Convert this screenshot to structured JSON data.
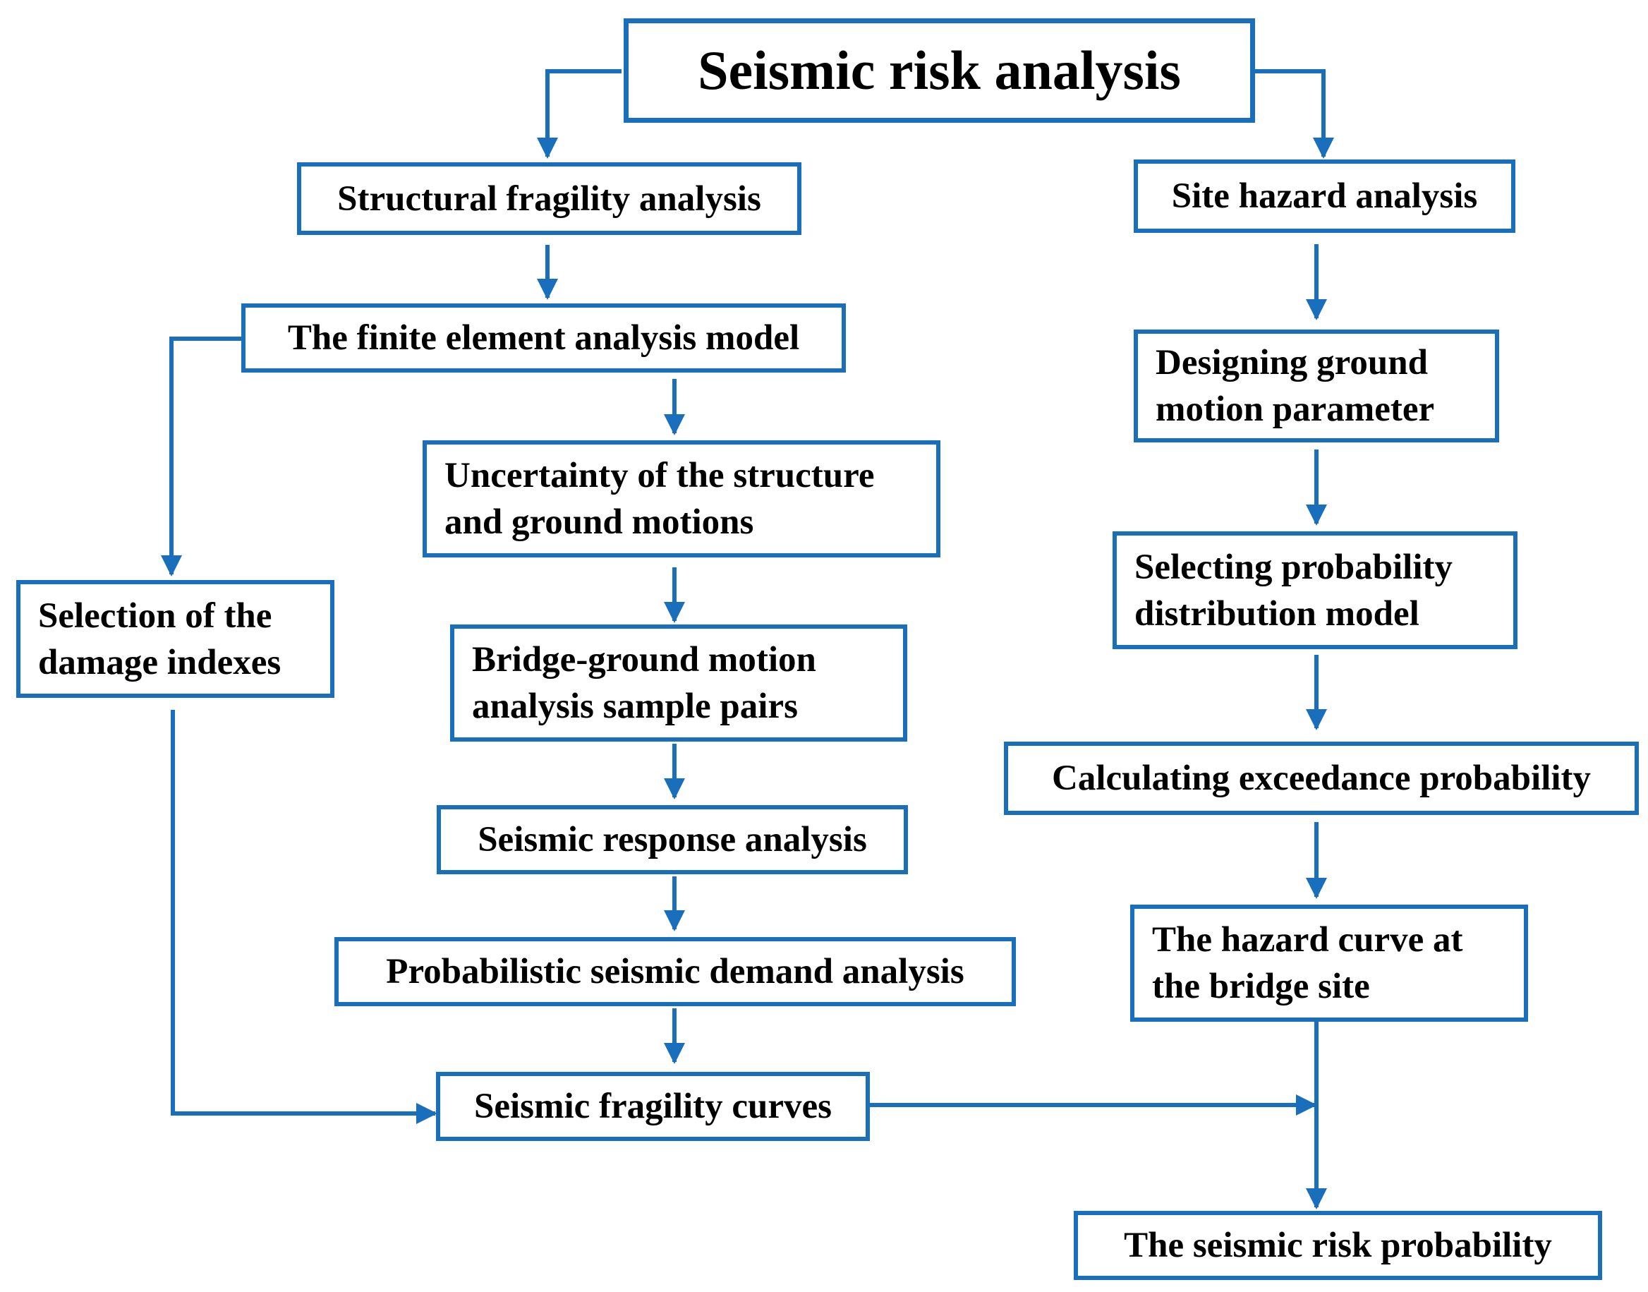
{
  "diagram": {
    "title": "Seismic risk analysis",
    "nodes": {
      "structural": "Structural fragility analysis",
      "site_hazard": "Site hazard analysis",
      "fem": "The finite element analysis model",
      "uncertainty": "Uncertainty of the structure\nand ground motions",
      "damage_indexes": "Selection of the\ndamage indexes",
      "sample_pairs": "Bridge-ground motion\nanalysis sample pairs",
      "response": "Seismic response analysis",
      "psda": "Probabilistic seismic demand analysis",
      "fragility_curves": "Seismic fragility curves",
      "ground_motion_param": "Designing ground\nmotion parameter",
      "prob_model": "Selecting probability\ndistribution model",
      "exceedance": "Calculating exceedance probability",
      "hazard_curve": "The hazard curve at\nthe bridge site",
      "risk_probability": "The seismic risk probability"
    },
    "colors": {
      "accent": "#1a6fbd",
      "text": "#000000",
      "background": "#ffffff"
    }
  }
}
